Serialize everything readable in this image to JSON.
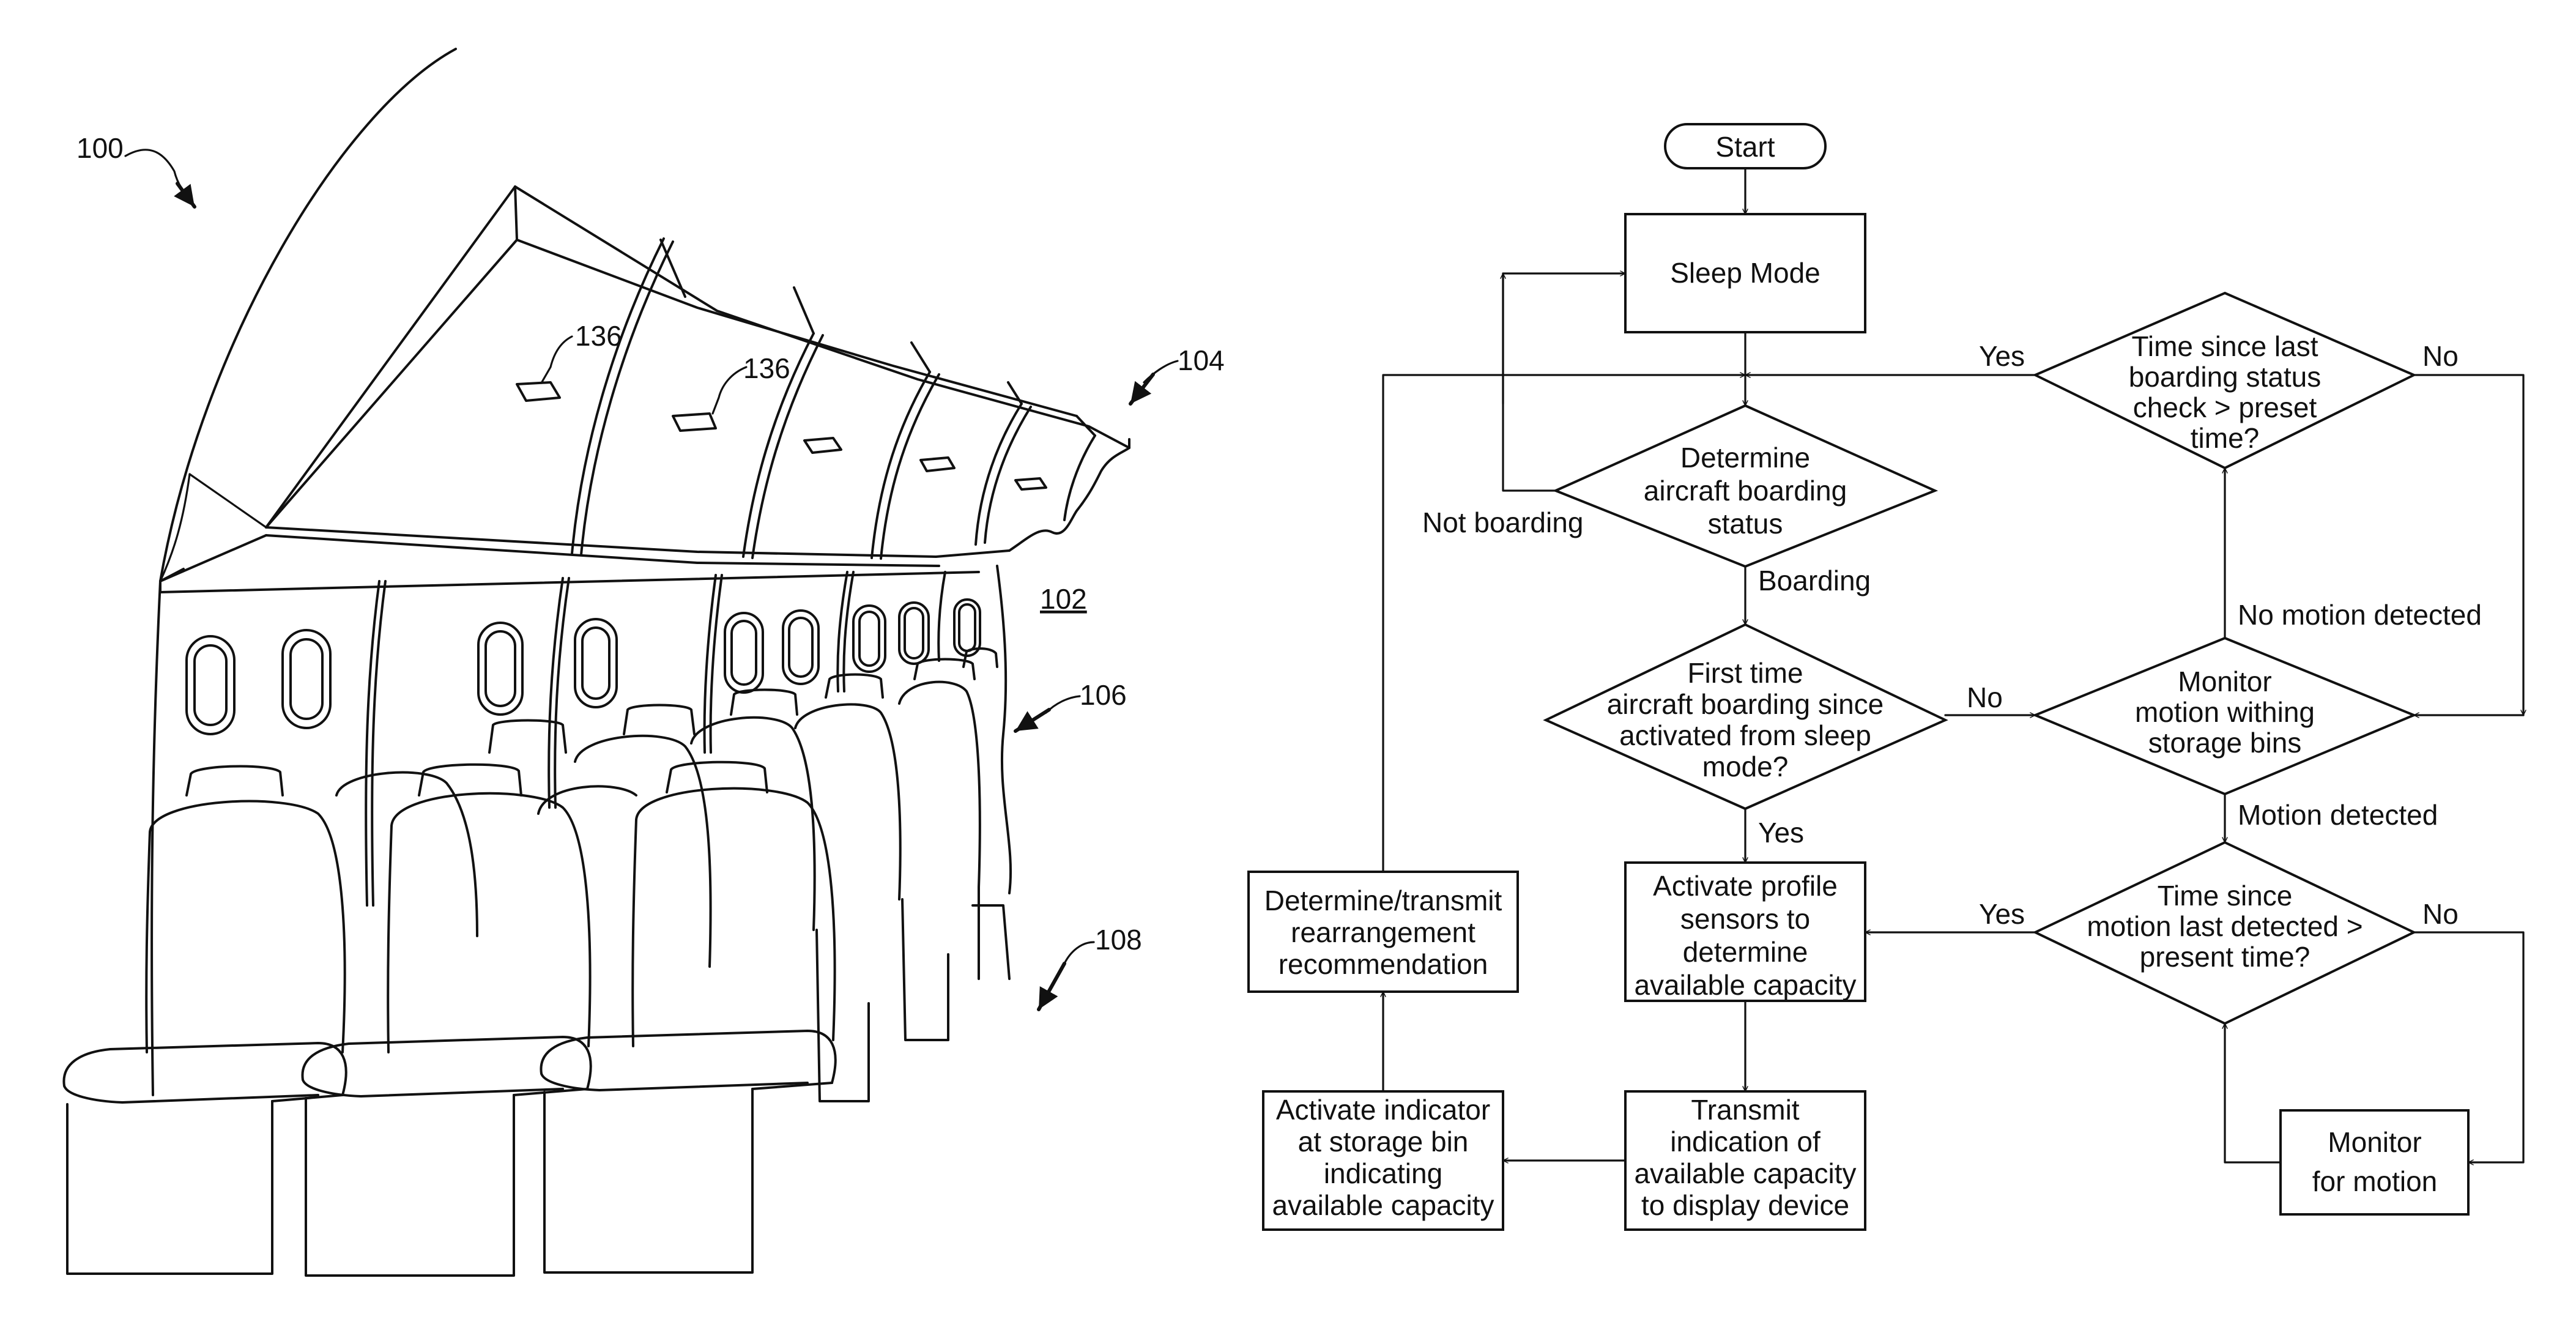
{
  "illustration": {
    "refs": {
      "r100": "100",
      "r102": "102",
      "r104": "104",
      "r106": "106",
      "r108": "108",
      "r136a": "136",
      "r136b": "136"
    }
  },
  "flowchart": {
    "start": "Start",
    "sleep_mode": "Sleep Mode",
    "determine_status": [
      "Determine",
      "aircraft boarding",
      "status"
    ],
    "first_time": [
      "First time",
      "aircraft boarding since",
      "activated from sleep",
      "mode?"
    ],
    "activate_profile": [
      "Activate profile",
      "sensors to",
      "determine",
      "available capacity"
    ],
    "transmit_indication": [
      "Transmit",
      "indication of",
      "available capacity",
      "to display device"
    ],
    "activate_indicator": [
      "Activate indicator",
      "at storage bin",
      "indicating",
      "available capacity"
    ],
    "rearrangement": [
      "Determine/transmit",
      "rearrangement",
      "recommendation"
    ],
    "time_since_check": [
      "Time since last",
      "boarding status",
      "check > preset",
      "time?"
    ],
    "monitor_bins": [
      "Monitor",
      "motion withing",
      "storage bins"
    ],
    "time_since_motion": [
      "Time since",
      "motion last detected >",
      "present time?"
    ],
    "monitor_motion": [
      "Monitor",
      "for motion"
    ],
    "edges": {
      "not_boarding": "Not boarding",
      "boarding": "Boarding",
      "no_first": "No",
      "yes_first": "Yes",
      "yes_check": "Yes",
      "no_check": "No",
      "no_motion_detected": "No motion detected",
      "motion_detected": "Motion detected",
      "yes_motion": "Yes",
      "no_motion": "No"
    }
  }
}
